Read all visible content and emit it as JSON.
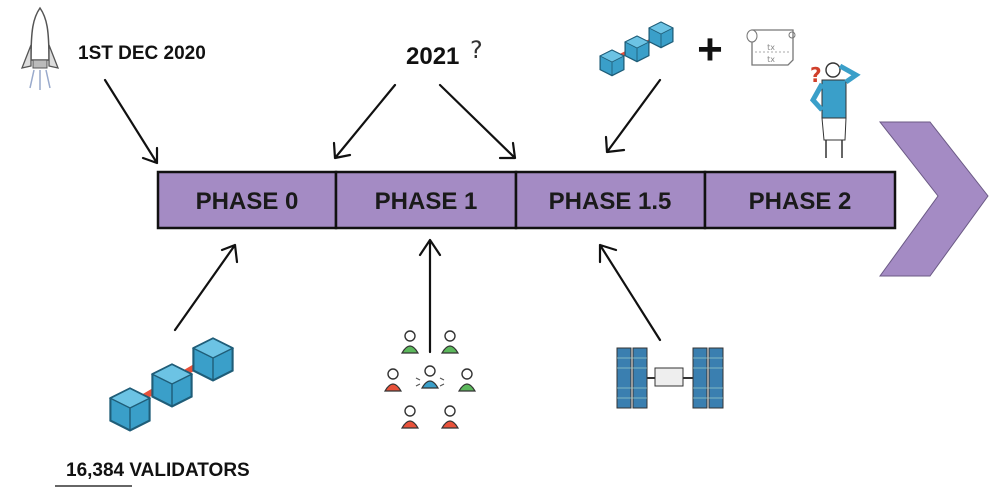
{
  "timeline": {
    "phases": [
      {
        "label": "PHASE 0"
      },
      {
        "label": "PHASE 1"
      },
      {
        "label": "PHASE 1.5"
      },
      {
        "label": "PHASE 2"
      }
    ],
    "bar_color": "#a48bc4"
  },
  "annotations": {
    "launch_date": "1ST DEC 2020",
    "year": "2021",
    "year_question": "?",
    "validators": "16,384 VALIDATORS",
    "plus": "+",
    "tx_label": "tx",
    "question_mark": "?"
  },
  "icons": [
    "rocket-icon",
    "beacon-chain-icon",
    "plus-icon",
    "transaction-scroll-icon",
    "confused-person-icon",
    "validators-chain-icon",
    "network-people-icon",
    "satellite-icon"
  ],
  "colors": {
    "cube_blue": "#3a9fc9",
    "link_red": "#e8513a",
    "person_green": "#5cb85c"
  }
}
